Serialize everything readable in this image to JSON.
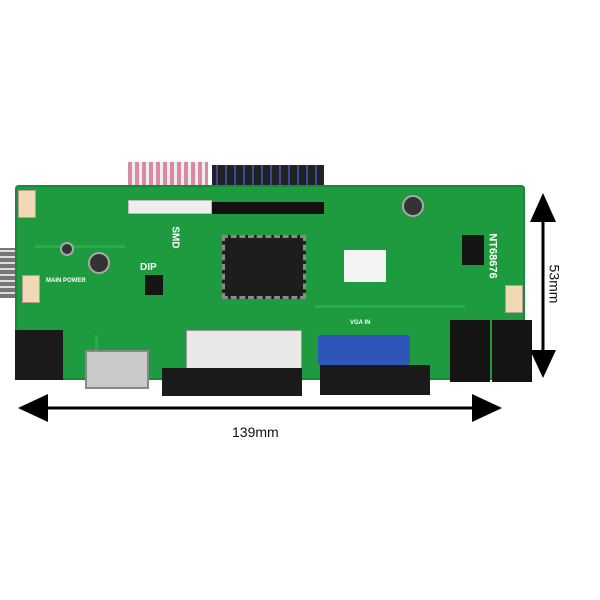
{
  "silkscreen": {
    "dip": "DIP",
    "smd": "SMD",
    "model": "NT68676",
    "vga_in": "VGA IN",
    "main_power": "MAIN POWER"
  },
  "dimensions": {
    "width_label": "139mm",
    "height_label": "53mm"
  },
  "colors": {
    "pcb": "#1e9a3f",
    "vga_connector": "#2e56b8"
  }
}
